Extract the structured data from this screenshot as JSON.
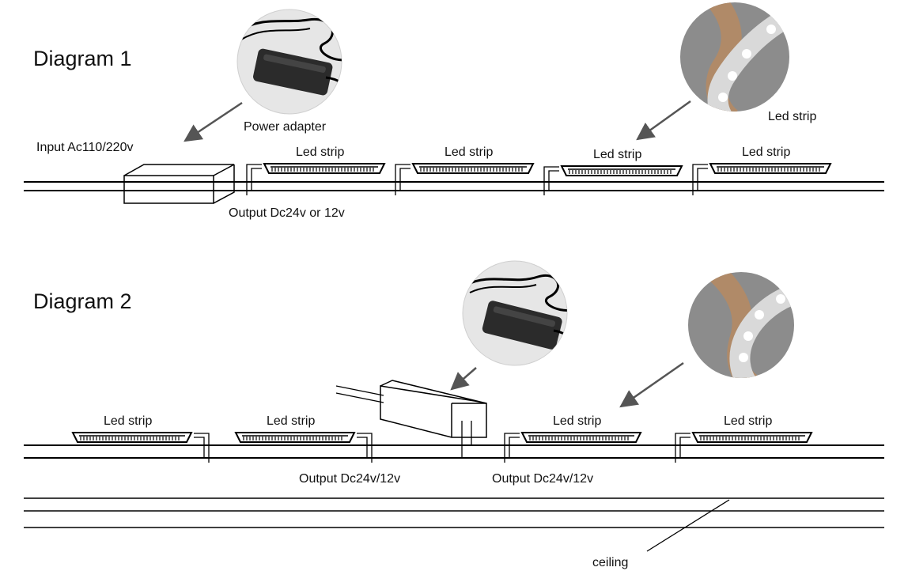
{
  "diagram1": {
    "title": "Diagram 1",
    "input_label": "Input Ac110/220v",
    "output_label": "Output Dc24v or 12v",
    "power_adapter_label": "Power adapter",
    "photo_strip_label": "Led strip",
    "strip_labels": [
      "Led strip",
      "Led strip",
      "Led strip",
      "Led strip"
    ]
  },
  "diagram2": {
    "title": "Diagram 2",
    "output_label_left": "Output Dc24v/12v",
    "output_label_right": "Output Dc24v/12v",
    "strip_labels": [
      "Led strip",
      "Led strip",
      "Led strip",
      "Led strip"
    ],
    "ceiling_label": "ceiling"
  },
  "colors": {
    "line": "#000000",
    "photo_bg": "#e6e6e6",
    "adapter_body": "#2b2b2b",
    "strip_photo_bg": "#8c8c8c",
    "strip_tape": "#b08a68",
    "arrow": "#555555"
  },
  "icons": [
    "power-adapter-photo-icon",
    "led-strip-photo-icon"
  ]
}
